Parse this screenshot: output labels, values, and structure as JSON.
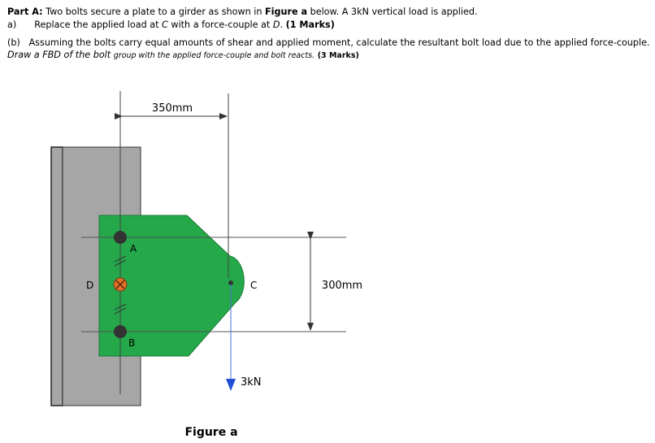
{
  "problem": {
    "part_label": "Part A:",
    "intro_pre": " Two bolts secure a plate to a girder as shown in ",
    "figure_ref": "Figure a",
    "intro_post": " below. A 3kN vertical load is applied.",
    "a_label": "a)",
    "a_text_pre": "Replace the applied load at ",
    "a_point_c": "C",
    "a_text_mid": " with a force-couple at ",
    "a_point_d": "D",
    "a_text_end": ".",
    "a_marks": "(1 Marks)",
    "b_label": "(b)",
    "b_text": "Assuming the bolts carry equal amounts of shear and applied moment, calculate the resultant bolt load due to the applied force-couple.",
    "b_fbd_pre": "Draw a FBD of the bolt",
    "b_fbd_small": "group with the applied force-couple and bolt reacts.",
    "b_marks": "(3 Marks)"
  },
  "figure": {
    "dim_horizontal": "350mm",
    "dim_vertical": "300mm",
    "label_a": "A",
    "label_b": "B",
    "label_c": "C",
    "label_d": "D",
    "load_label": "3kN",
    "caption": "Figure a",
    "colors": {
      "plate": "#24a84a",
      "girder": "#a6a6a6",
      "bolt": "#333333",
      "bolt_d": "#e0702a",
      "load_arrow": "#1f4fd8",
      "line": "#555555"
    }
  }
}
